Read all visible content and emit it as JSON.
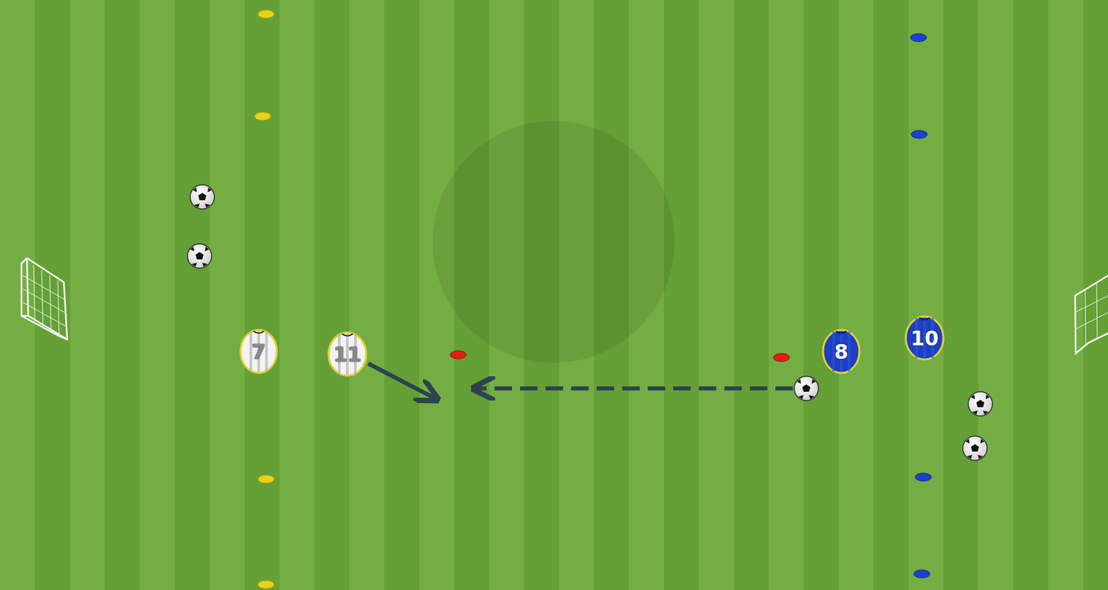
{
  "diagram": {
    "nodes": [
      {
        "text": [
          "7"
        ]
      },
      {
        "text": [
          "11"
        ]
      },
      {
        "text": [
          "8"
        ]
      },
      {
        "text": [
          "10"
        ]
      }
    ]
  }
}
